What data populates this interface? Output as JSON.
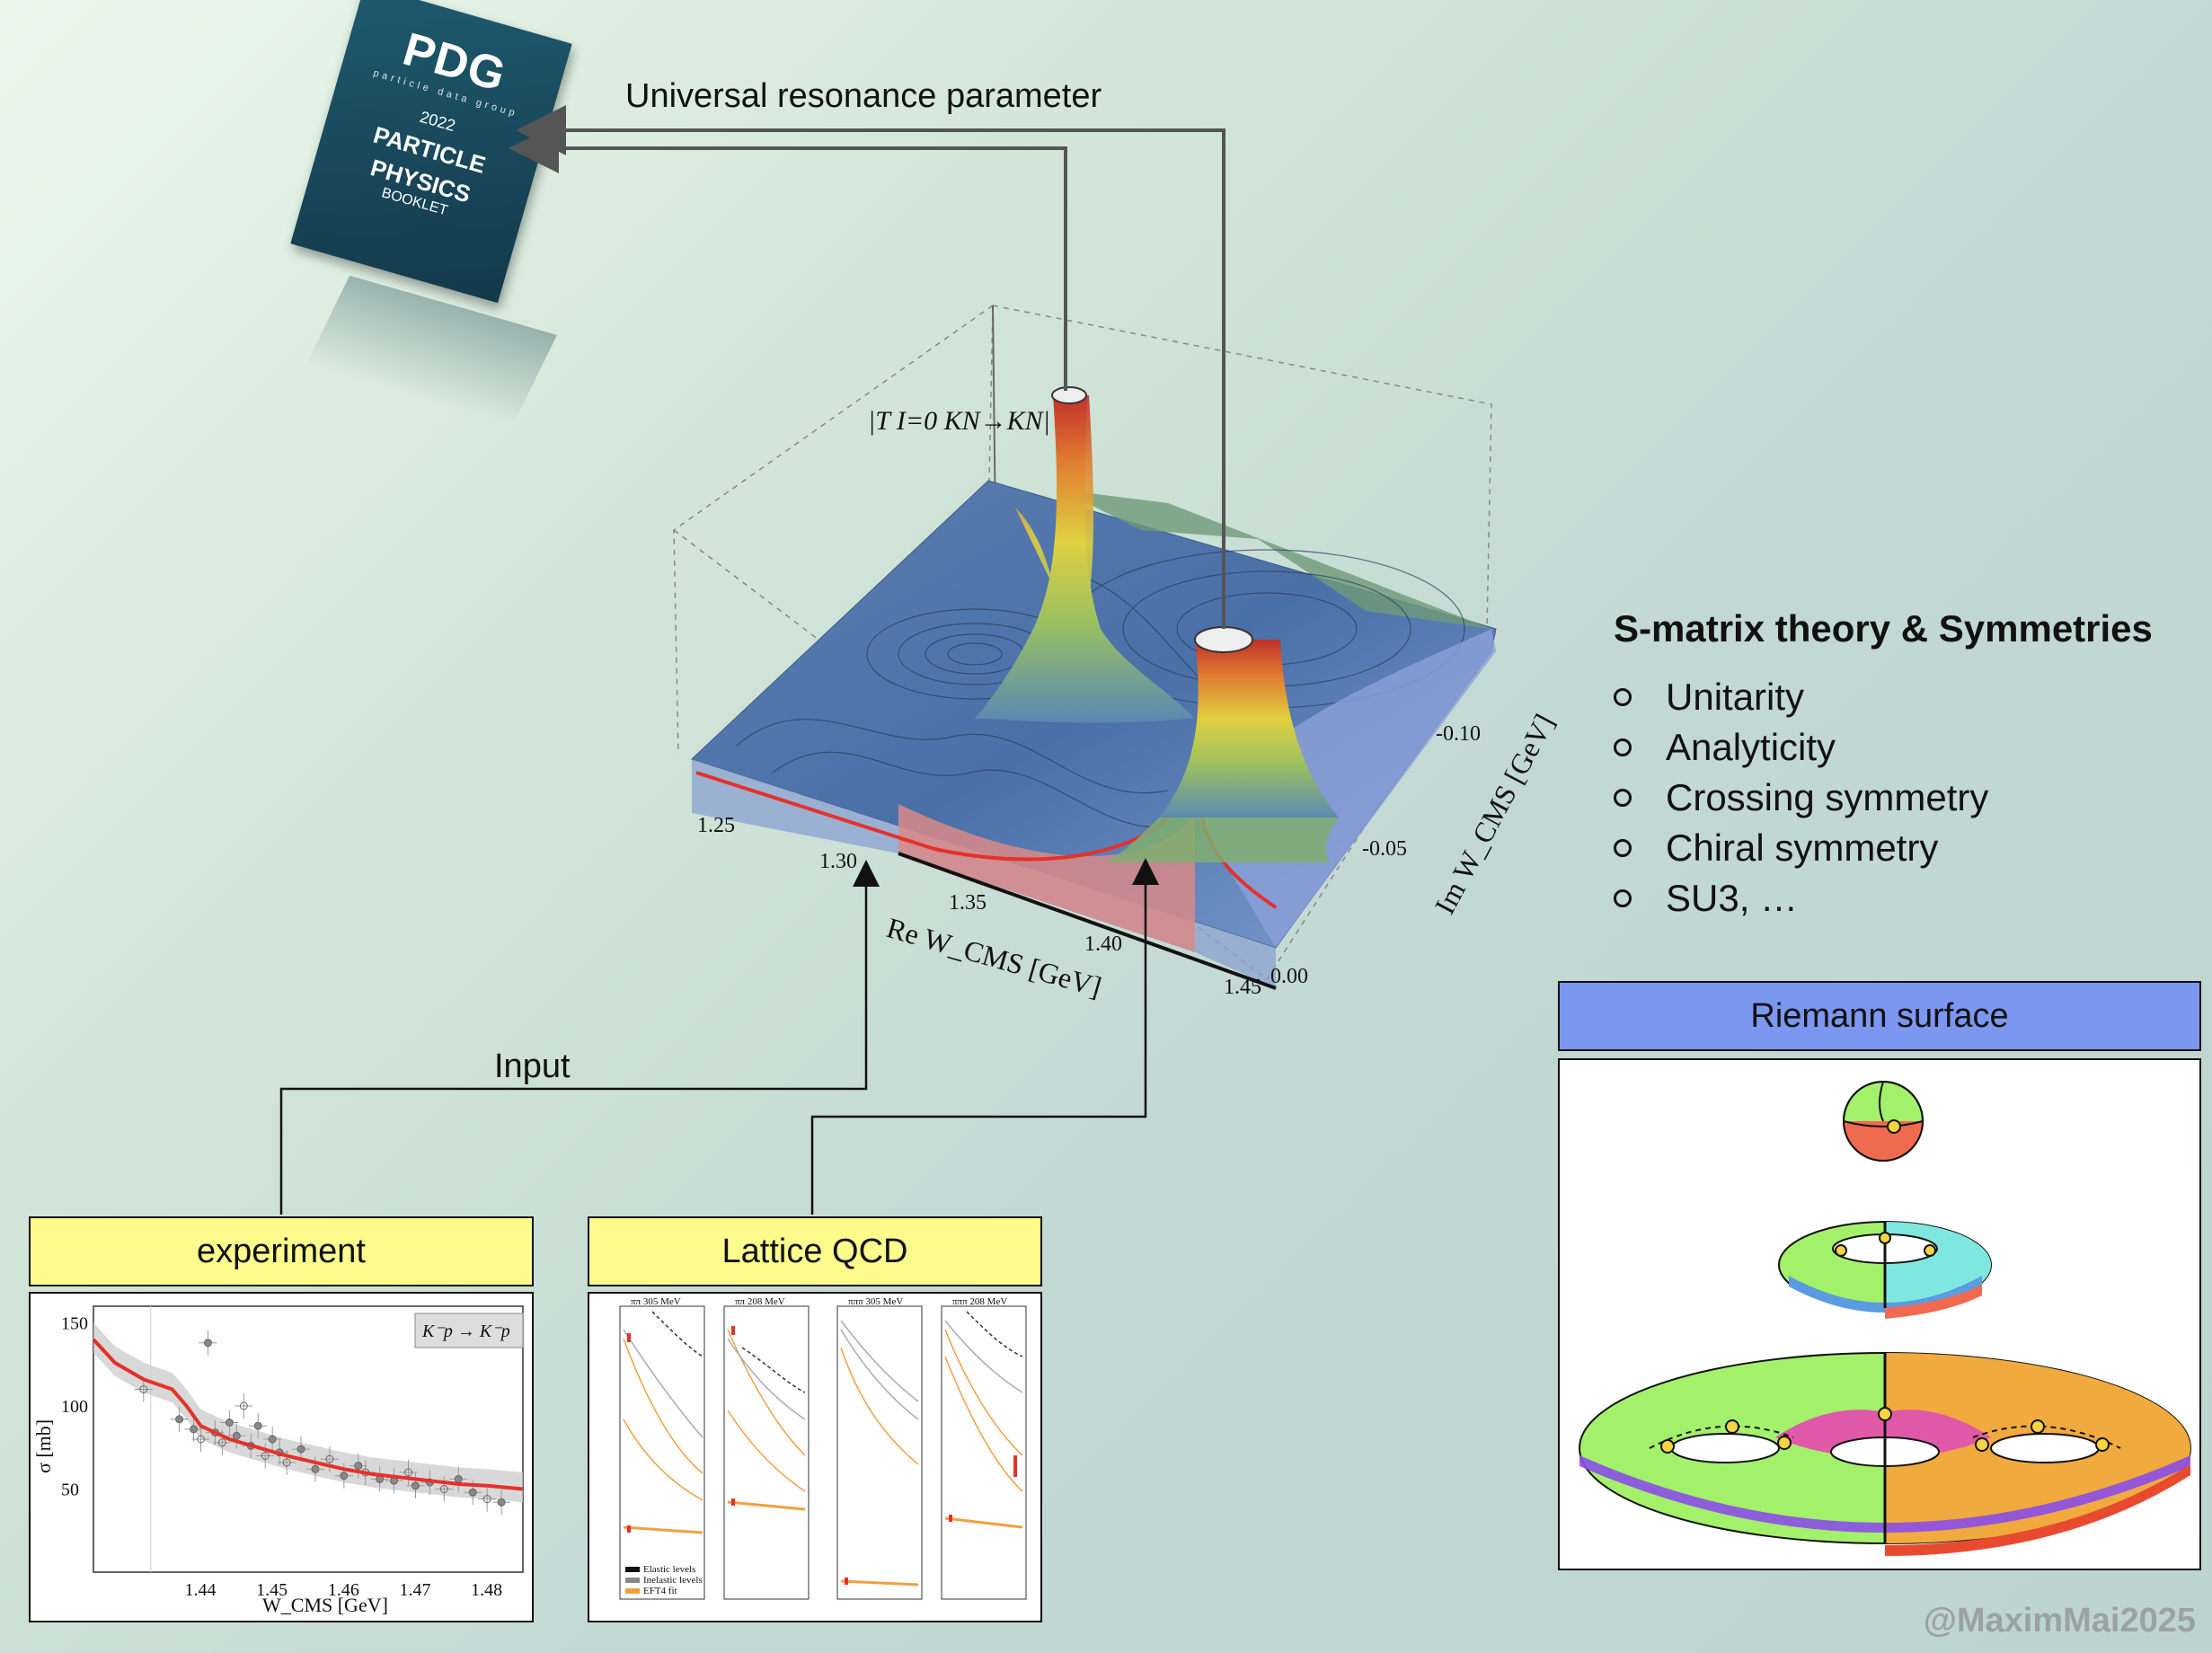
{
  "book": {
    "logo": "PDG",
    "subtitle": "particle data group",
    "year": "2022",
    "title_line1": "PARTICLE",
    "title_line2": "PHYSICS",
    "title_line3": "BOOKLET"
  },
  "top_arrow_label": "Universal resonance parameter",
  "input_label": "Input",
  "plot3d": {
    "zlabel": "|T I=0 KN→KN|",
    "re_axis_label": "Re W_CMS [GeV]",
    "im_axis_label": "Im W_CMS [GeV]",
    "re_ticks": [
      "1.25",
      "1.30",
      "1.35",
      "1.40",
      "1.45"
    ],
    "im_ticks": [
      "-0.10",
      "-0.05",
      "0.00"
    ]
  },
  "symmetries": {
    "heading": "S-matrix theory & Symmetries",
    "items": [
      "Unitarity",
      "Analyticity",
      "Crossing symmetry",
      "Chiral symmetry",
      "SU3, …"
    ]
  },
  "experiment": {
    "label": "experiment"
  },
  "lattice": {
    "label": "Lattice QCD",
    "panel_titles": [
      "ππ 305 MeV",
      "ππ 208 MeV",
      "πππ 305 MeV",
      "πππ 208 MeV"
    ],
    "legend": [
      "Elastic levels",
      "Inelastic levels",
      "EFT4 fit"
    ]
  },
  "riemann": {
    "label": "Riemann surface"
  },
  "credit": "@MaximMai2025",
  "chart_data": {
    "type": "scatter",
    "title": "",
    "legend_label": "K⁻p → K⁻p",
    "xlabel": "W_CMS [GeV]",
    "ylabel": "σ [mb]",
    "xlim": [
      1.425,
      1.485
    ],
    "ylim": [
      0,
      160
    ],
    "x_ticks": [
      "1.44",
      "1.45",
      "1.46",
      "1.47",
      "1.48"
    ],
    "y_ticks": [
      "50",
      "100",
      "150"
    ],
    "series": [
      {
        "kind": "line",
        "x": [
          1.425,
          1.428,
          1.432,
          1.436,
          1.438,
          1.44,
          1.444,
          1.448,
          1.452,
          1.456,
          1.46,
          1.464,
          1.468,
          1.472,
          1.476,
          1.48,
          1.485
        ],
        "y": [
          140,
          126,
          116,
          110,
          100,
          88,
          80,
          75,
          70,
          66,
          62,
          59,
          57,
          55,
          53,
          52,
          50
        ]
      },
      {
        "kind": "points",
        "x": [
          1.432,
          1.437,
          1.439,
          1.44,
          1.441,
          1.442,
          1.443,
          1.444,
          1.445,
          1.446,
          1.447,
          1.448,
          1.449,
          1.45,
          1.451,
          1.452,
          1.454,
          1.456,
          1.458,
          1.46,
          1.462,
          1.463,
          1.465,
          1.467,
          1.469,
          1.47,
          1.472,
          1.474,
          1.476,
          1.478,
          1.48,
          1.482
        ],
        "y": [
          110,
          92,
          86,
          80,
          138,
          84,
          78,
          90,
          82,
          100,
          76,
          88,
          70,
          80,
          72,
          66,
          74,
          62,
          68,
          58,
          64,
          60,
          56,
          55,
          60,
          52,
          54,
          50,
          56,
          48,
          44,
          42
        ]
      }
    ]
  }
}
